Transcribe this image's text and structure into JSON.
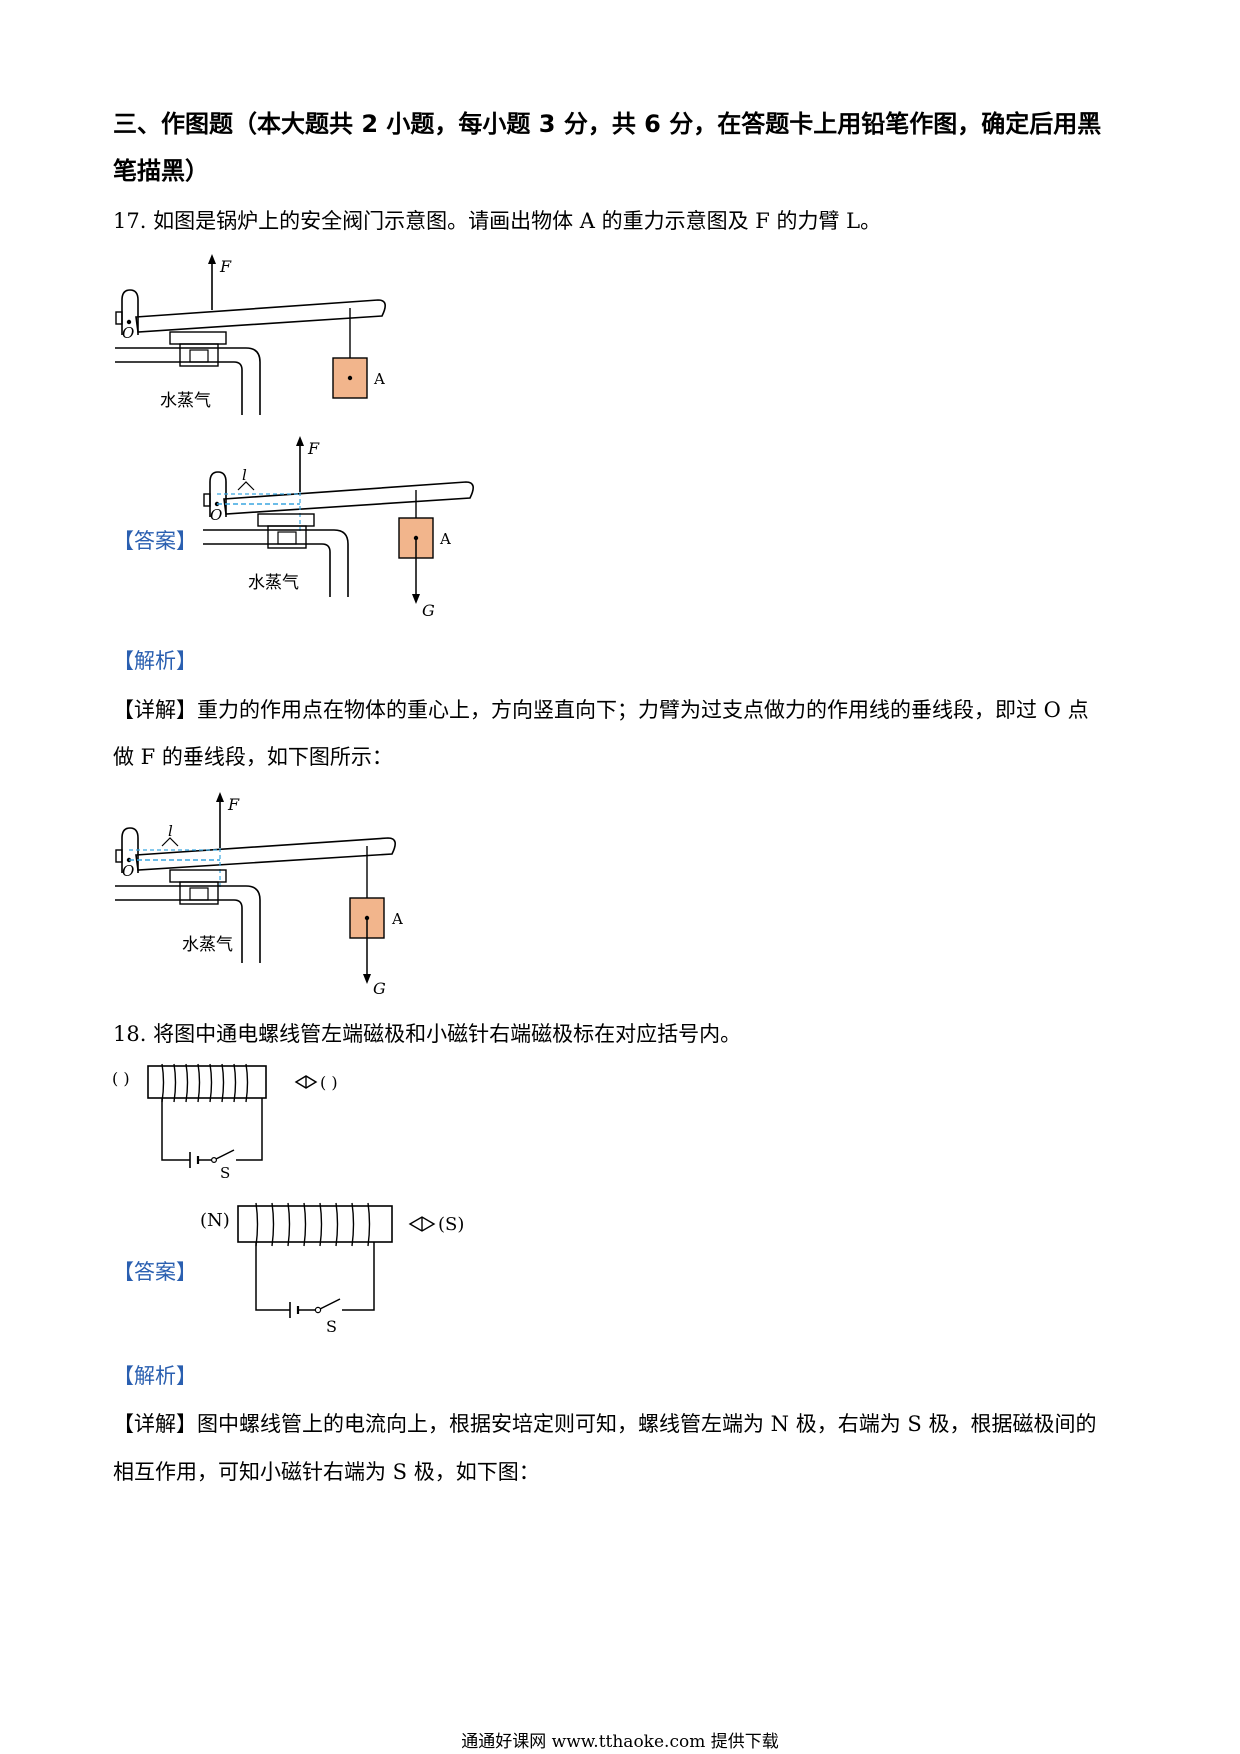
{
  "section": {
    "title_line1": "三、作图题（本大题共 2 小题，每小题 3 分，共 6 分，在答题卡上用铅笔作图，确定后用黑",
    "title_line2": "笔描黑）"
  },
  "q17": {
    "question": "17. 如图是锅炉上的安全阀门示意图。请画出物体 A 的重力示意图及 F 的力臂 L。",
    "answer_tag": "【答案】",
    "analysis_tag": "【解析】",
    "detail_tag": "【详解】",
    "detail_line1": "重力的作用点在物体的重心上，方向竖直向下；力臂为过支点做力的作用线的垂线段，即过 O 点",
    "detail_line2": "做 F 的垂线段，如下图所示：",
    "figure": {
      "force_label": "F",
      "pivot_label": "O",
      "mass_label": "A",
      "steam_label": "水蒸气",
      "arm_label": "l",
      "gravity_label": "G"
    }
  },
  "q18": {
    "question": "18. 将图中通电螺线管左端磁极和小磁针右端磁极标在对应括号内。",
    "answer_tag": "【答案】",
    "analysis_tag": "【解析】",
    "detail_tag": "【详解】",
    "detail_line1": "图中螺线管上的电流向上，根据安培定则可知，螺线管左端为 N 极，右端为 S 极，根据磁极间的",
    "detail_line2": "相互作用，可知小磁针右端为 S 极，如下图：",
    "figure": {
      "blank_left": "(   )",
      "blank_right": "(   )",
      "switch_label": "S",
      "answer_left": "(N)",
      "answer_right": "(S)"
    }
  },
  "footer": {
    "text": "通通好课网  www.tthaoke.com  提供下载"
  },
  "colors": {
    "tag_blue": "#2a5fb0",
    "mass_fill": "#f2b58c",
    "dashed_line": "#3aa6e0"
  }
}
